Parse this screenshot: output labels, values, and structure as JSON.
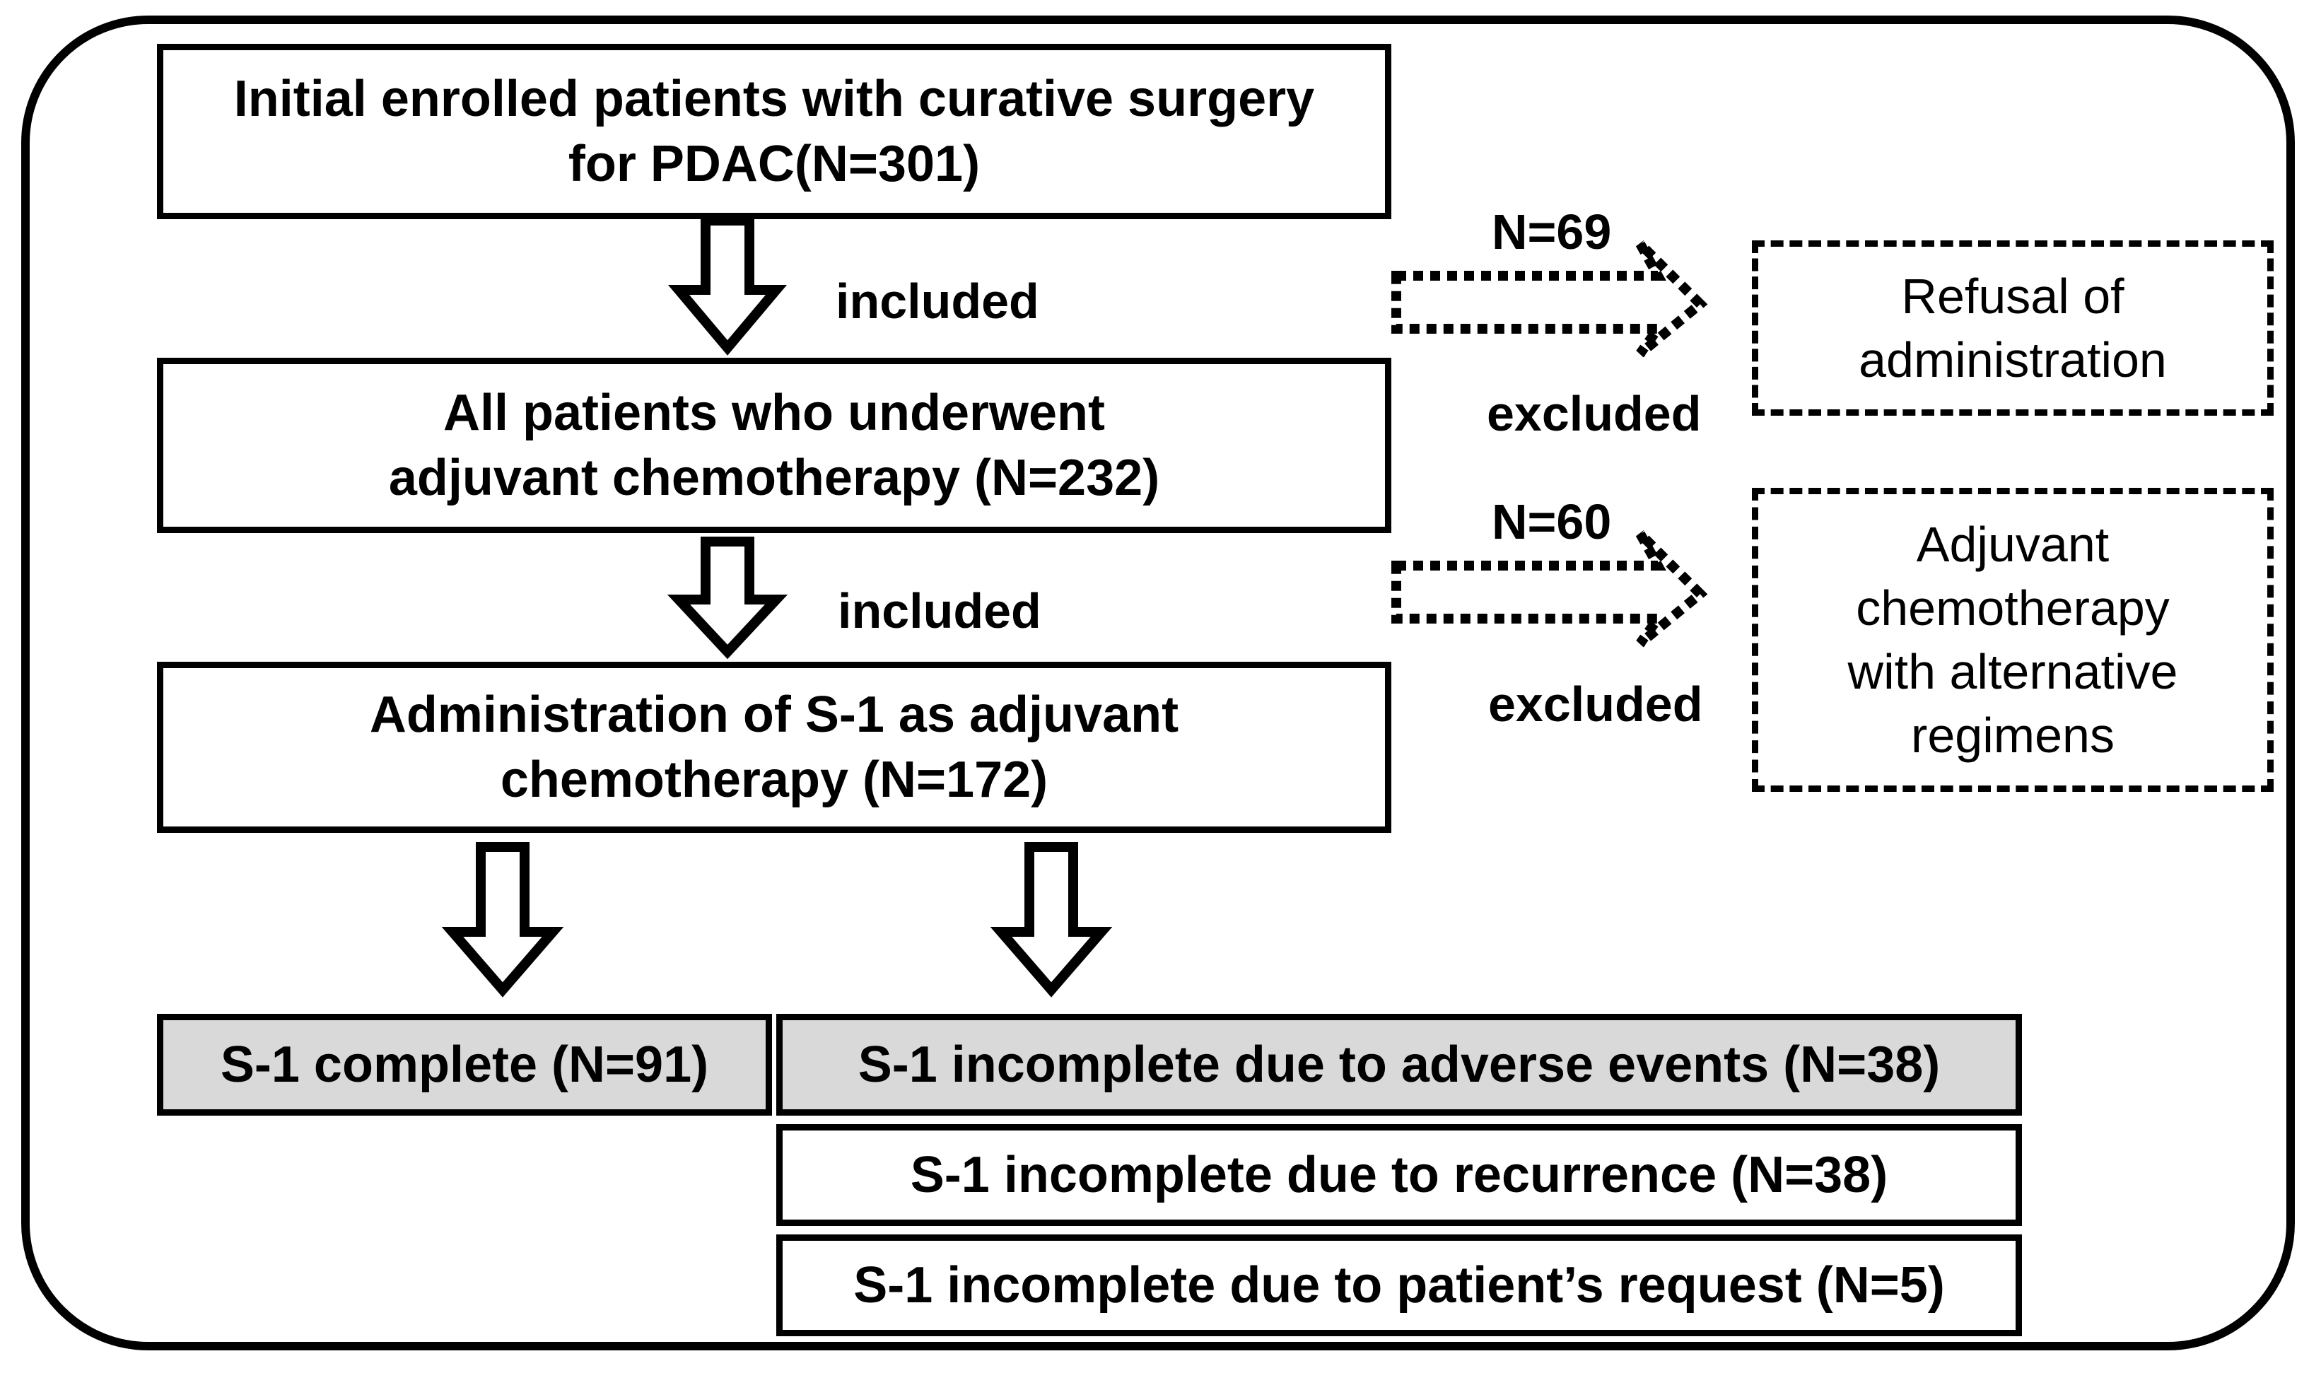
{
  "boxes": {
    "initial": "Initial enrolled patients with curative surgery\nfor PDAC(N=301)",
    "adjuvant_all": "All patients who underwent\nadjuvant chemotherapy (N=232)",
    "s1_admin": "Administration of S-1 as adjuvant\nchemotherapy (N=172)",
    "s1_complete": "S-1 complete (N=91)",
    "incomplete_adverse": "S-1 incomplete due to adverse events (N=38)",
    "incomplete_recurrence": "S-1 incomplete due to recurrence (N=38)",
    "incomplete_request": "S-1 incomplete due to patient’s request (N=5)"
  },
  "exclusions": [
    {
      "count": "N=69",
      "label": "excluded",
      "reason": "Refusal of\nadministration"
    },
    {
      "count": "N=60",
      "label": "excluded",
      "reason": "Adjuvant\nchemotherapy\nwith alternative\nregimens"
    }
  ],
  "arrow_labels": {
    "included_1": "included",
    "included_2": "included"
  },
  "colors": {
    "line": "#000000",
    "shaded_box": "#d9d9d9"
  }
}
